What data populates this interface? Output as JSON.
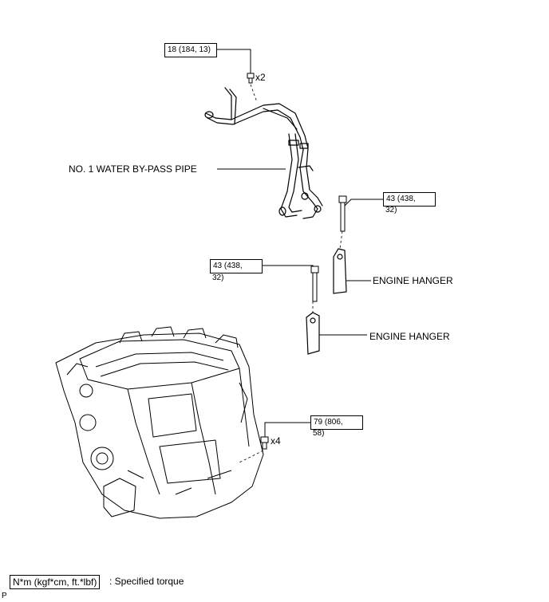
{
  "callouts": {
    "pipe_bolt_torque": "18 (184, 13)",
    "pipe_bolt_qty": "x2",
    "rear_hanger_bolt_torque_line1": "43 (438,",
    "rear_hanger_bolt_torque_line2": "32)",
    "front_hanger_bolt_torque_line1": "43 (438,",
    "front_hanger_bolt_torque_line2": "32)",
    "engine_bolt_torque_line1": "79 (806,",
    "engine_bolt_torque_line2": "58)",
    "engine_bolt_qty": "x4"
  },
  "part_labels": {
    "water_bypass_pipe": "NO. 1 WATER BY-PASS PIPE",
    "engine_hanger_rear": "ENGINE HANGER",
    "engine_hanger_front": "ENGINE HANGER"
  },
  "legend": {
    "unit_box": "N*m (kgf*cm, ft.*lbf)",
    "description": ": Specified torque"
  },
  "corner_mark": "P"
}
